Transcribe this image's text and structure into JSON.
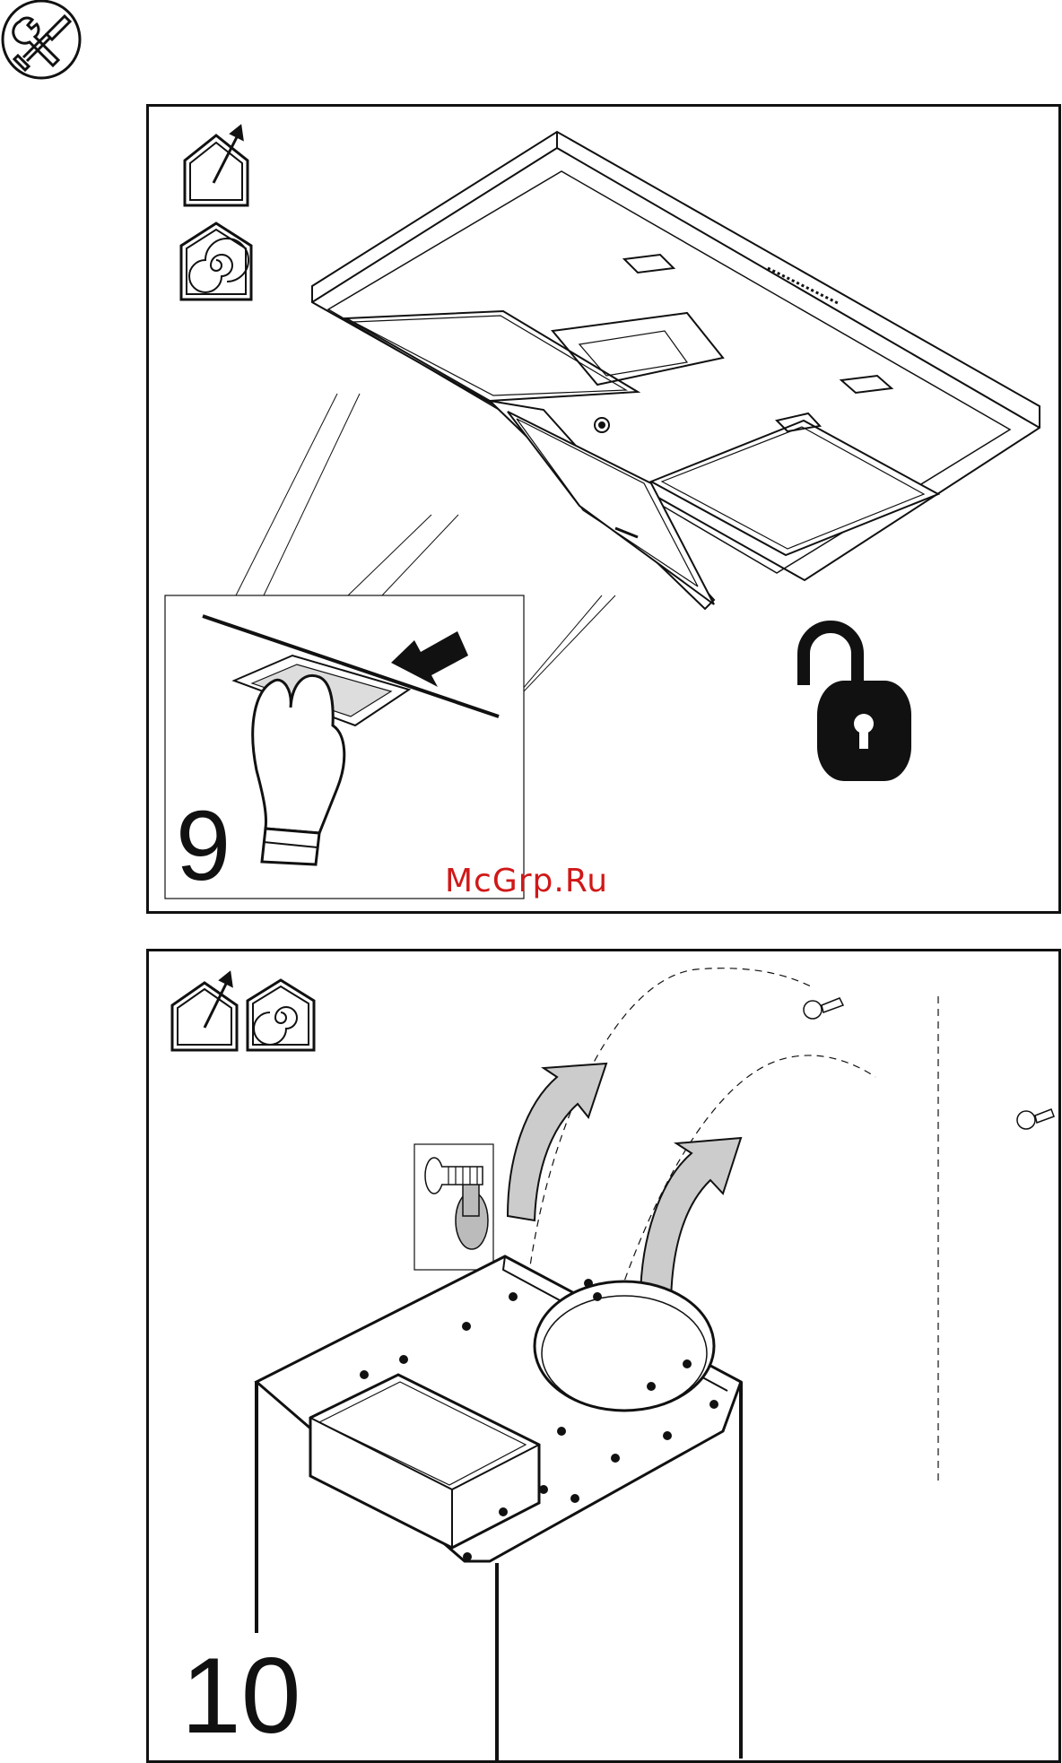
{
  "header": {
    "icon": "tools-screwdriver-wrench-icon"
  },
  "steps": [
    {
      "number": "9",
      "icons": [
        "extraction-mode-icon",
        "recirculation-mode-icon",
        "unlock-padlock-icon"
      ],
      "illustration": "remove-grease-filter-with-hand"
    },
    {
      "number": "10",
      "icons": [
        "extraction-mode-icon",
        "recirculation-mode-icon",
        "screw-keyhole-icon"
      ],
      "illustration": "remove-motor-unit-screws"
    }
  ],
  "watermark": "McGrp.Ru",
  "colors": {
    "line": "#111111",
    "arrow_fill": "#cccccc",
    "watermark": "#d01818"
  }
}
